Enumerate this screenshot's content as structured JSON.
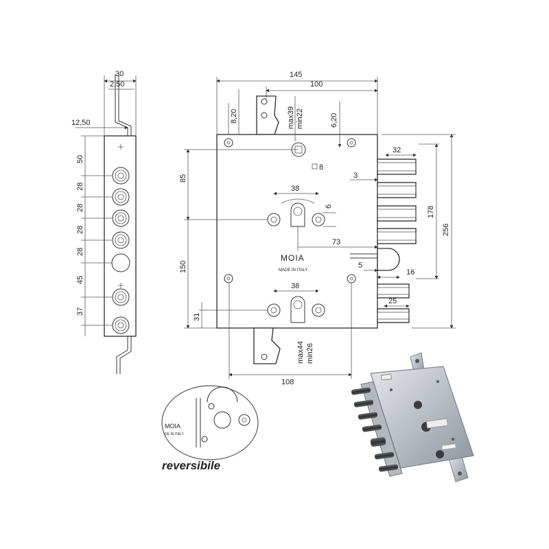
{
  "side_view": {
    "top_dims": [
      "30",
      "2,50",
      "12,50"
    ],
    "left_dims": [
      "50",
      "28",
      "28",
      "28",
      "28",
      "45",
      "37"
    ]
  },
  "front_view": {
    "top_dims": [
      "145",
      "100"
    ],
    "screw_dims": [
      "8,20",
      "max39",
      "min22",
      "6,20"
    ],
    "square": "8",
    "spacing_top": "38",
    "spindle_dia": "6",
    "spacing_bottom": "38",
    "cylinder_offset": "73",
    "left_dims": [
      "85",
      "150",
      "31"
    ],
    "right_dims": [
      "32",
      "3",
      "178",
      "256",
      "5",
      "16",
      "25"
    ],
    "bottom_plate_dims": [
      "max44",
      "min26"
    ],
    "bottom_dim": "108",
    "brand": "MOIA",
    "made_in": "MADE IN ITALY"
  },
  "detail": {
    "brand": "MOIA",
    "made_in": "DE IN ITALY",
    "caption": "reversibile"
  }
}
